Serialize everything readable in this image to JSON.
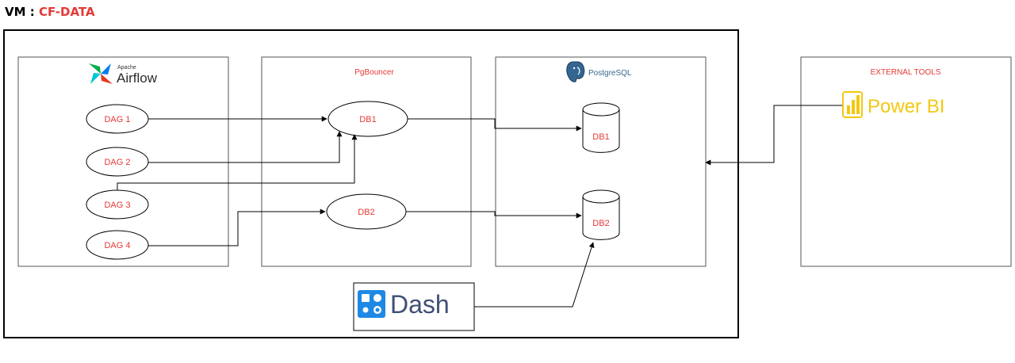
{
  "header": {
    "vm_prefix": "VM : ",
    "vm_name": "CF-DATA"
  },
  "panels": {
    "airflow": {
      "logo_small": "Apache",
      "logo_big": "Airflow"
    },
    "pgbouncer": {
      "title": "PgBouncer"
    },
    "postgres": {
      "logo_a": "Postgre",
      "logo_b": "SQL"
    },
    "external": {
      "title": "EXTERNAL TOOLS",
      "powerbi_label": "Power BI"
    }
  },
  "dags": [
    "DAG 1",
    "DAG 2",
    "DAG 3",
    "DAG 4"
  ],
  "pool_nodes": [
    "DB1",
    "DB2"
  ],
  "databases": [
    "DB1",
    "DB2"
  ],
  "dash": {
    "label": "Dash"
  },
  "colors": {
    "red": "#e53935",
    "postgres_blue": "#336791",
    "powerbi_yellow": "#f2c811",
    "dash_blue": "#1e88e5",
    "dash_text": "#3f4f75"
  }
}
